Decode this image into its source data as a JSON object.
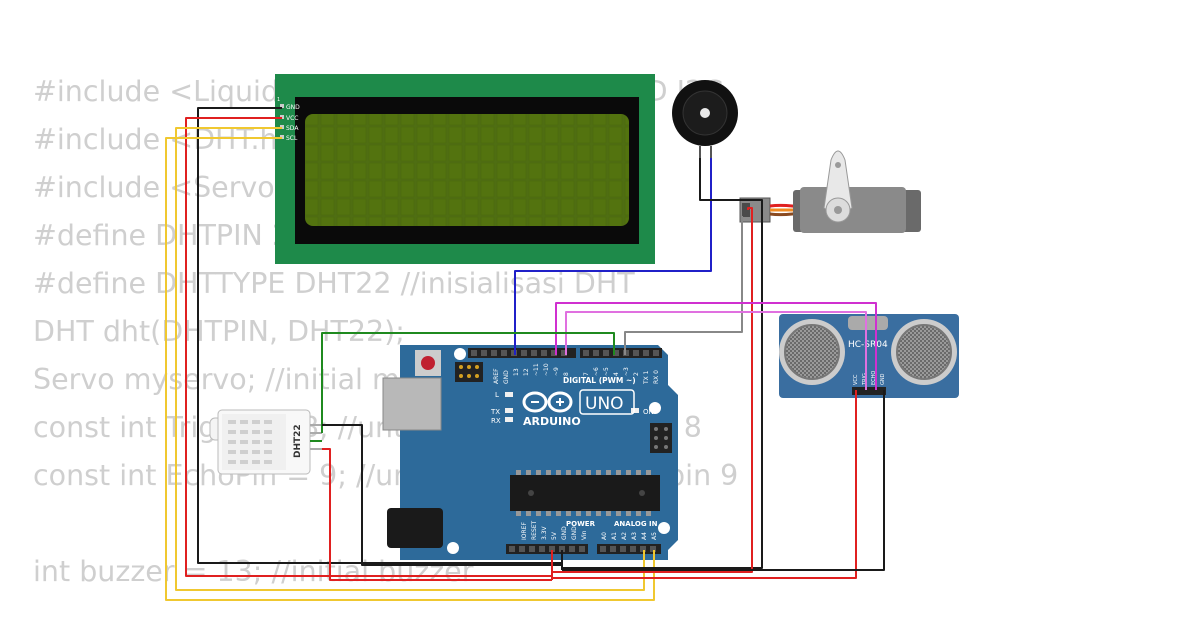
{
  "code_lines": [
    "#include <LiquidCrystal_I2C.h> //untuk LCD I2C",
    "#include <DHT.h>",
    "#include <Servo.h>",
    "#define DHTPIN 2",
    "#define DHTTYPE DHT22 //inisialisasi DHT",
    "DHT dht(DHTPIN, DHT22);",
    "Servo myservo; //initial motor",
    "const int TrigPin = 8; //untuk TrigPin pada pin 8",
    "const int EchoPin = 9; //untuk EchoPin pada pin 9",
    "",
    "int buzzer = 13; //initial buzzer"
  ],
  "lcd": {
    "pins": [
      "GND",
      "VCC",
      "SDA",
      "SCL"
    ],
    "pin1": "1"
  },
  "dht": {
    "label": "DHT22"
  },
  "ultrasonic": {
    "label": "HC-SR04",
    "pins": [
      "VCC",
      "TRIG",
      "ECHO",
      "GND"
    ]
  },
  "arduino": {
    "logo": "ARDUINO",
    "model": "UNO",
    "digital_header": "DIGITAL (PWM ~)",
    "power_header": "POWER",
    "analog_header": "ANALOG IN",
    "on_label": "ON",
    "l_label": "L",
    "tx_label": "TX",
    "rx_label": "RX",
    "digital_pins": [
      "AREF",
      "GND",
      "13",
      "12",
      "~11",
      "~10",
      "~9",
      "8",
      "7",
      "~6",
      "~5",
      "4",
      "~3",
      "2",
      "TX 1",
      "RX 0"
    ],
    "power_pins": [
      "IOREF",
      "RESET",
      "3.3V",
      "5V",
      "GND",
      "GND",
      "Vin"
    ],
    "analog_pins": [
      "A0",
      "A1",
      "A2",
      "A3",
      "A4",
      "A5"
    ]
  },
  "colors": {
    "wire_black": "#1a1a1a",
    "wire_red": "#e02020",
    "wire_yellow": "#f0c830",
    "wire_orange": "#f08a20",
    "wire_blue": "#2020c8",
    "wire_green": "#1f8a1f",
    "wire_magenta": "#d030d0",
    "wire_violet": "#e070e0",
    "wire_gray": "#888888",
    "board_blue": "#2d6a9a",
    "lcd_pcb": "#1e8a4a",
    "lcd_screen": "#4a6a10"
  }
}
